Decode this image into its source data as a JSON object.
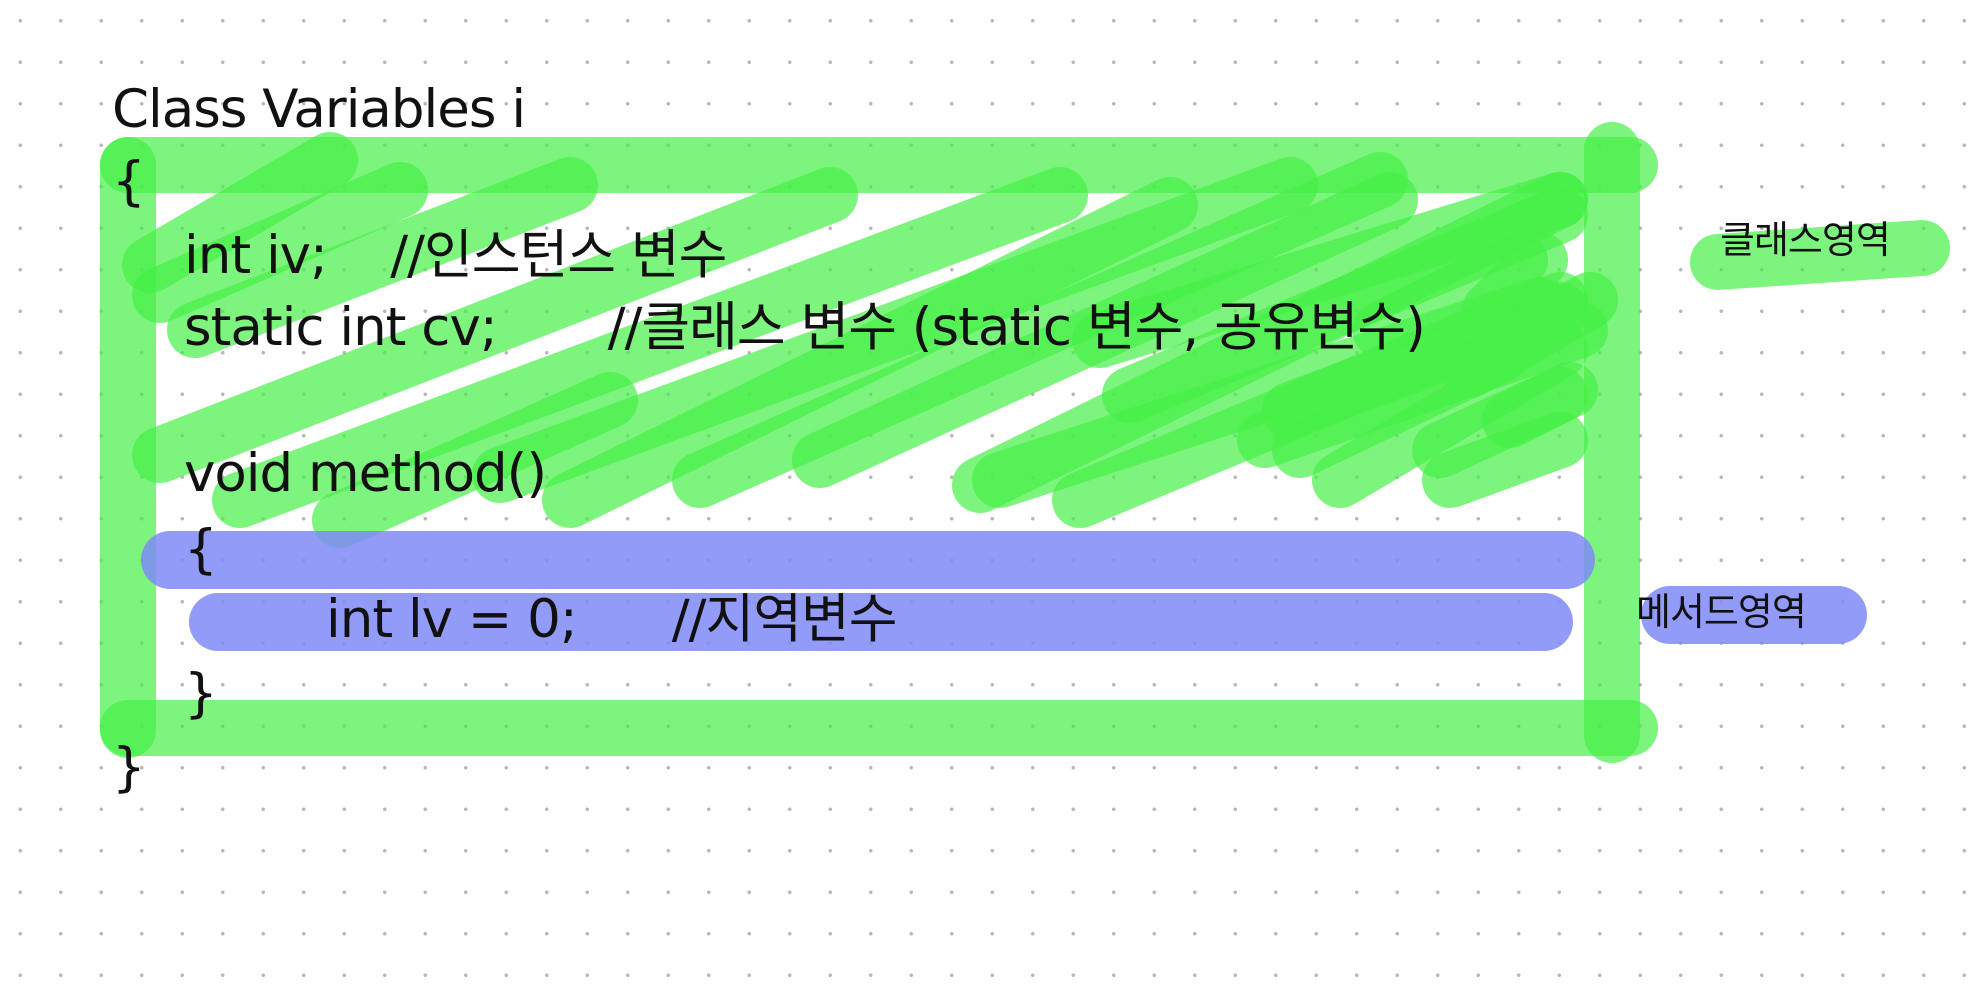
{
  "title": "Class Variables i",
  "code_lines": {
    "class_open": "{",
    "instance_var": "int iv;    //인스턴스 변수",
    "class_var": "static int cv;       //클래스 변수 (static 변수, 공유변수)",
    "method_sig": "void method()",
    "method_open": "{",
    "local_var": "int lv = 0;      //지역변수",
    "method_close": "}",
    "class_close": "}"
  },
  "annotations": {
    "class_area": "클래스영역",
    "method_area": "메서드영역"
  },
  "colors": {
    "class_highlight": "#46f046",
    "method_highlight": "#7f89f7",
    "text": "#111111",
    "grid_dot": "#b8b8b8",
    "background": "#ffffff"
  }
}
